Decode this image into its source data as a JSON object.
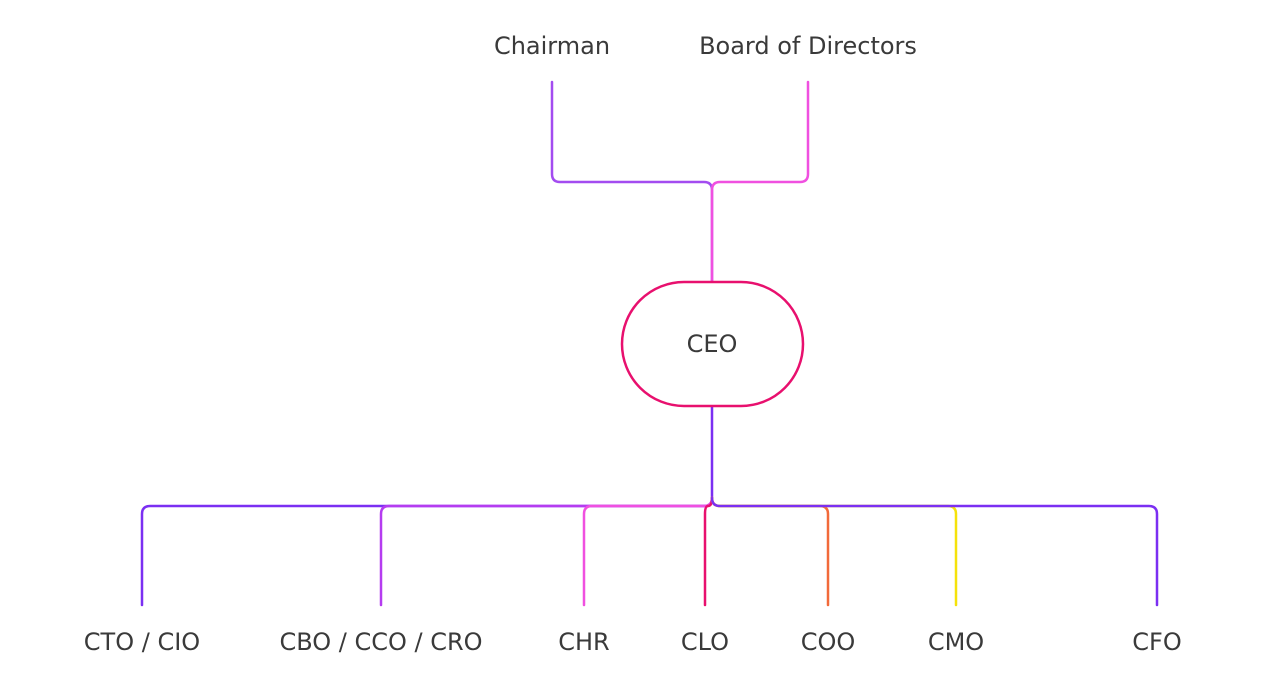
{
  "diagram": {
    "top_nodes": {
      "chairman": "Chairman",
      "board": "Board of Directors"
    },
    "center_node": {
      "label": "CEO",
      "color": "#e8106e"
    },
    "reports": [
      {
        "label": "CTO / CIO",
        "color": "#7b2ff2"
      },
      {
        "label": "CBO / CCO / CRO",
        "color": "#b53cf0"
      },
      {
        "label": "CHR",
        "color": "#f050e0"
      },
      {
        "label": "CLO",
        "color": "#e8106e"
      },
      {
        "label": "COO",
        "color": "#f26a3a"
      },
      {
        "label": "CMO",
        "color": "#f5e20a"
      },
      {
        "label": "CFO",
        "color": "#7b2ff2"
      }
    ],
    "colors": {
      "chairman_line": "#a34cf0",
      "board_line": "#f050e0",
      "ceo_up_line": "#f050e0",
      "ceo_down_line": "#7b2ff2"
    }
  }
}
